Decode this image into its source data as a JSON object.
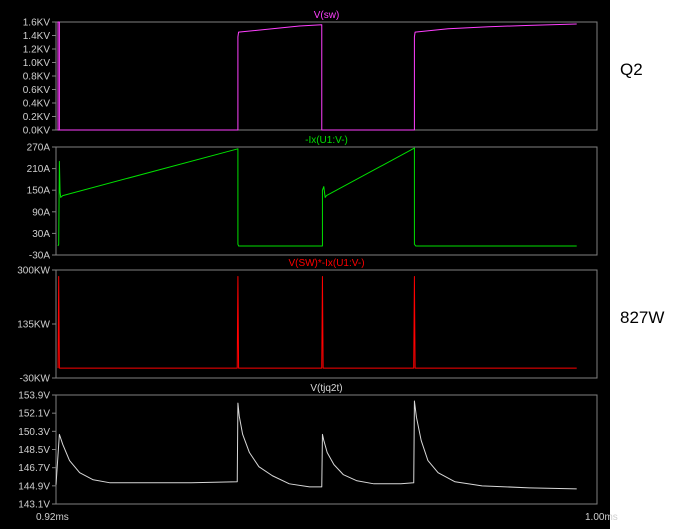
{
  "side_labels": {
    "top": "Q2",
    "middle": "827W"
  },
  "colors": {
    "background": "#000000",
    "frame": "#808080",
    "tick_text": "#cfcfcf"
  },
  "chart_data": [
    {
      "type": "line",
      "title": "V(sw)",
      "color": "#ff40ff",
      "ylim": [
        0,
        1.6
      ],
      "ytick_values": [
        0,
        0.2,
        0.4,
        0.6,
        0.8,
        1.0,
        1.2,
        1.4,
        1.6
      ],
      "ytick_labels": [
        "0.0KV",
        "0.2KV",
        "0.4KV",
        "0.6KV",
        "0.8KV",
        "1.0KV",
        "1.2KV",
        "1.4KV",
        "1.6KV"
      ],
      "xlim": [
        0.92,
        1.0
      ],
      "series": [
        {
          "x": [
            0.9203,
            0.9203,
            0.9205,
            0.9205,
            0.9203,
            0.9469,
            0.9469,
            0.947,
            0.952,
            0.956,
            0.9593,
            0.9593,
            0.973,
            0.973,
            0.9731,
            0.978,
            0.984,
            0.99,
            0.997
          ],
          "y": [
            0,
            1.6,
            1.6,
            0,
            0,
            0,
            1.38,
            1.45,
            1.5,
            1.54,
            1.56,
            0,
            0,
            1.38,
            1.45,
            1.5,
            1.53,
            1.55,
            1.57
          ]
        }
      ]
    },
    {
      "type": "line",
      "title": "-Ix(U1:V-)",
      "color": "#00e000",
      "ylim": [
        -30,
        270
      ],
      "ytick_values": [
        -30,
        30,
        90,
        150,
        210,
        270
      ],
      "ytick_labels": [
        "-30A",
        "30A",
        "90A",
        "150A",
        "210A",
        "270A"
      ],
      "xlim": [
        0.92,
        1.0
      ],
      "series": [
        {
          "x": [
            0.9203,
            0.9204,
            0.9205,
            0.9206,
            0.9207,
            0.921,
            0.9469,
            0.9469,
            0.947,
            0.9594,
            0.9594,
            0.9596,
            0.9598,
            0.96,
            0.973,
            0.973,
            0.9732,
            0.997
          ],
          "y": [
            -5,
            0,
            230,
            145,
            130,
            135,
            265,
            0,
            -5,
            -5,
            150,
            160,
            130,
            135,
            267,
            0,
            -5,
            -5
          ]
        }
      ]
    },
    {
      "type": "line",
      "title": "V(SW)*-Ix(U1:V-)",
      "color": "#ff0000",
      "ylim": [
        -30,
        300
      ],
      "ytick_values": [
        -30,
        135,
        300
      ],
      "ytick_labels": [
        "-30KW",
        "135KW",
        "300KW"
      ],
      "xlim": [
        0.92,
        1.0
      ],
      "series": [
        {
          "x": [
            0.9203,
            0.9204,
            0.9205,
            0.9206,
            0.9468,
            0.9468,
            0.9469,
            0.947,
            0.9593,
            0.9593,
            0.9594,
            0.9595,
            0.9729,
            0.9729,
            0.973,
            0.9731,
            0.997
          ],
          "y": [
            0,
            280,
            0,
            0,
            0,
            10,
            280,
            0,
            0,
            10,
            280,
            0,
            0,
            10,
            280,
            0,
            0
          ]
        }
      ]
    },
    {
      "type": "line",
      "title": "V(tjq2t)",
      "color": "#d8d8d8",
      "ylim": [
        143.1,
        153.9
      ],
      "ytick_values": [
        143.1,
        144.9,
        146.7,
        148.5,
        150.3,
        152.1,
        153.9
      ],
      "ytick_labels": [
        "143.1V",
        "144.9V",
        "146.7V",
        "148.5V",
        "150.3V",
        "152.1V",
        "153.9V"
      ],
      "xlim": [
        0.92,
        1.0
      ],
      "xtick_labels": [
        "0.92ms",
        "1.00ms"
      ],
      "series": [
        {
          "x": [
            0.92,
            0.9203,
            0.9205,
            0.921,
            0.922,
            0.9235,
            0.9255,
            0.928,
            0.932,
            0.94,
            0.9468,
            0.9469,
            0.9471,
            0.9476,
            0.9486,
            0.95,
            0.952,
            0.9545,
            0.9575,
            0.9593,
            0.9594,
            0.9596,
            0.9601,
            0.9611,
            0.9625,
            0.9645,
            0.967,
            0.971,
            0.9729,
            0.973,
            0.9733,
            0.974,
            0.975,
            0.9765,
            0.979,
            0.983,
            0.99,
            0.997
          ],
          "y": [
            145,
            148,
            150.0,
            149.0,
            147.4,
            146.2,
            145.5,
            145.2,
            145.2,
            145.2,
            145.3,
            153.1,
            151.8,
            150.0,
            148.2,
            146.8,
            145.9,
            145.1,
            144.8,
            144.8,
            150.0,
            149.4,
            148.2,
            147.0,
            146.0,
            145.4,
            145.1,
            145.1,
            145.2,
            153.3,
            151.7,
            149.4,
            147.4,
            146.2,
            145.3,
            144.9,
            144.7,
            144.6
          ]
        }
      ]
    }
  ]
}
